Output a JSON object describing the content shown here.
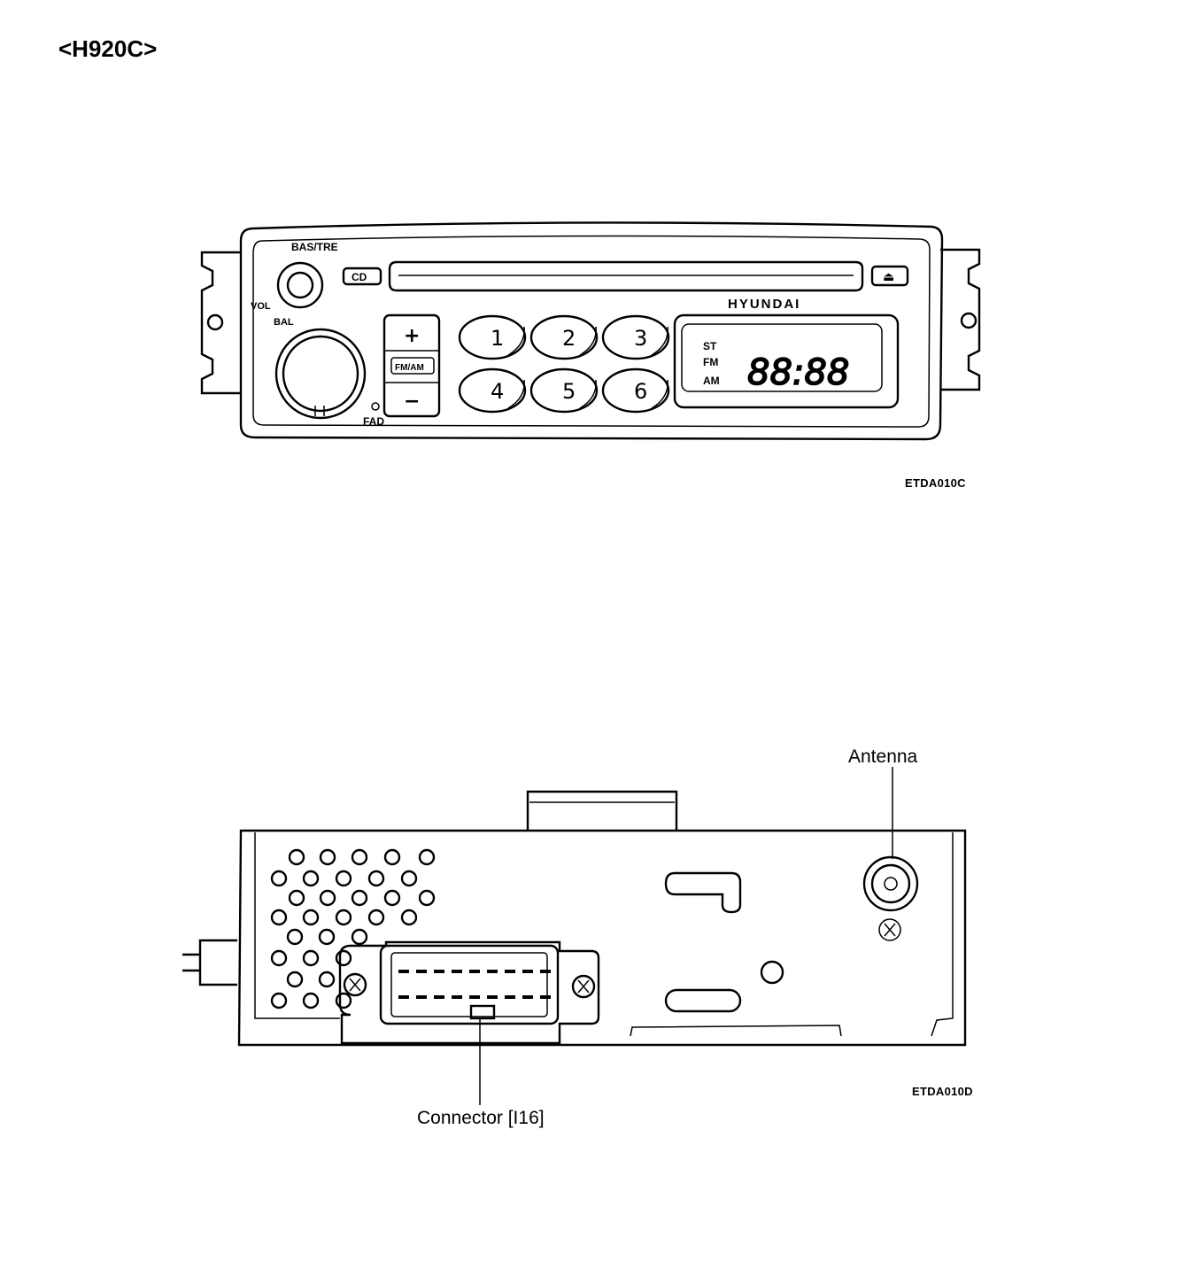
{
  "page": {
    "title": "<H920C>"
  },
  "front_view": {
    "figure_code": "ETDA010C",
    "labels": {
      "bas_tre": "BAS/TRE",
      "vol": "VOL",
      "bal": "BAL",
      "fad": "FAD",
      "cd": "CD",
      "eject": "⏏",
      "brand": "HYUNDAI",
      "plus": "+",
      "minus": "−",
      "band": "FM/AM"
    },
    "presets": [
      "1",
      "2",
      "3",
      "4",
      "5",
      "6"
    ],
    "display": {
      "st": "ST",
      "fm": "FM",
      "am": "AM",
      "digits": "88:88"
    }
  },
  "rear_view": {
    "figure_code": "ETDA010D",
    "callouts": {
      "antenna": "Antenna",
      "connector": "Connector [I16]"
    }
  }
}
